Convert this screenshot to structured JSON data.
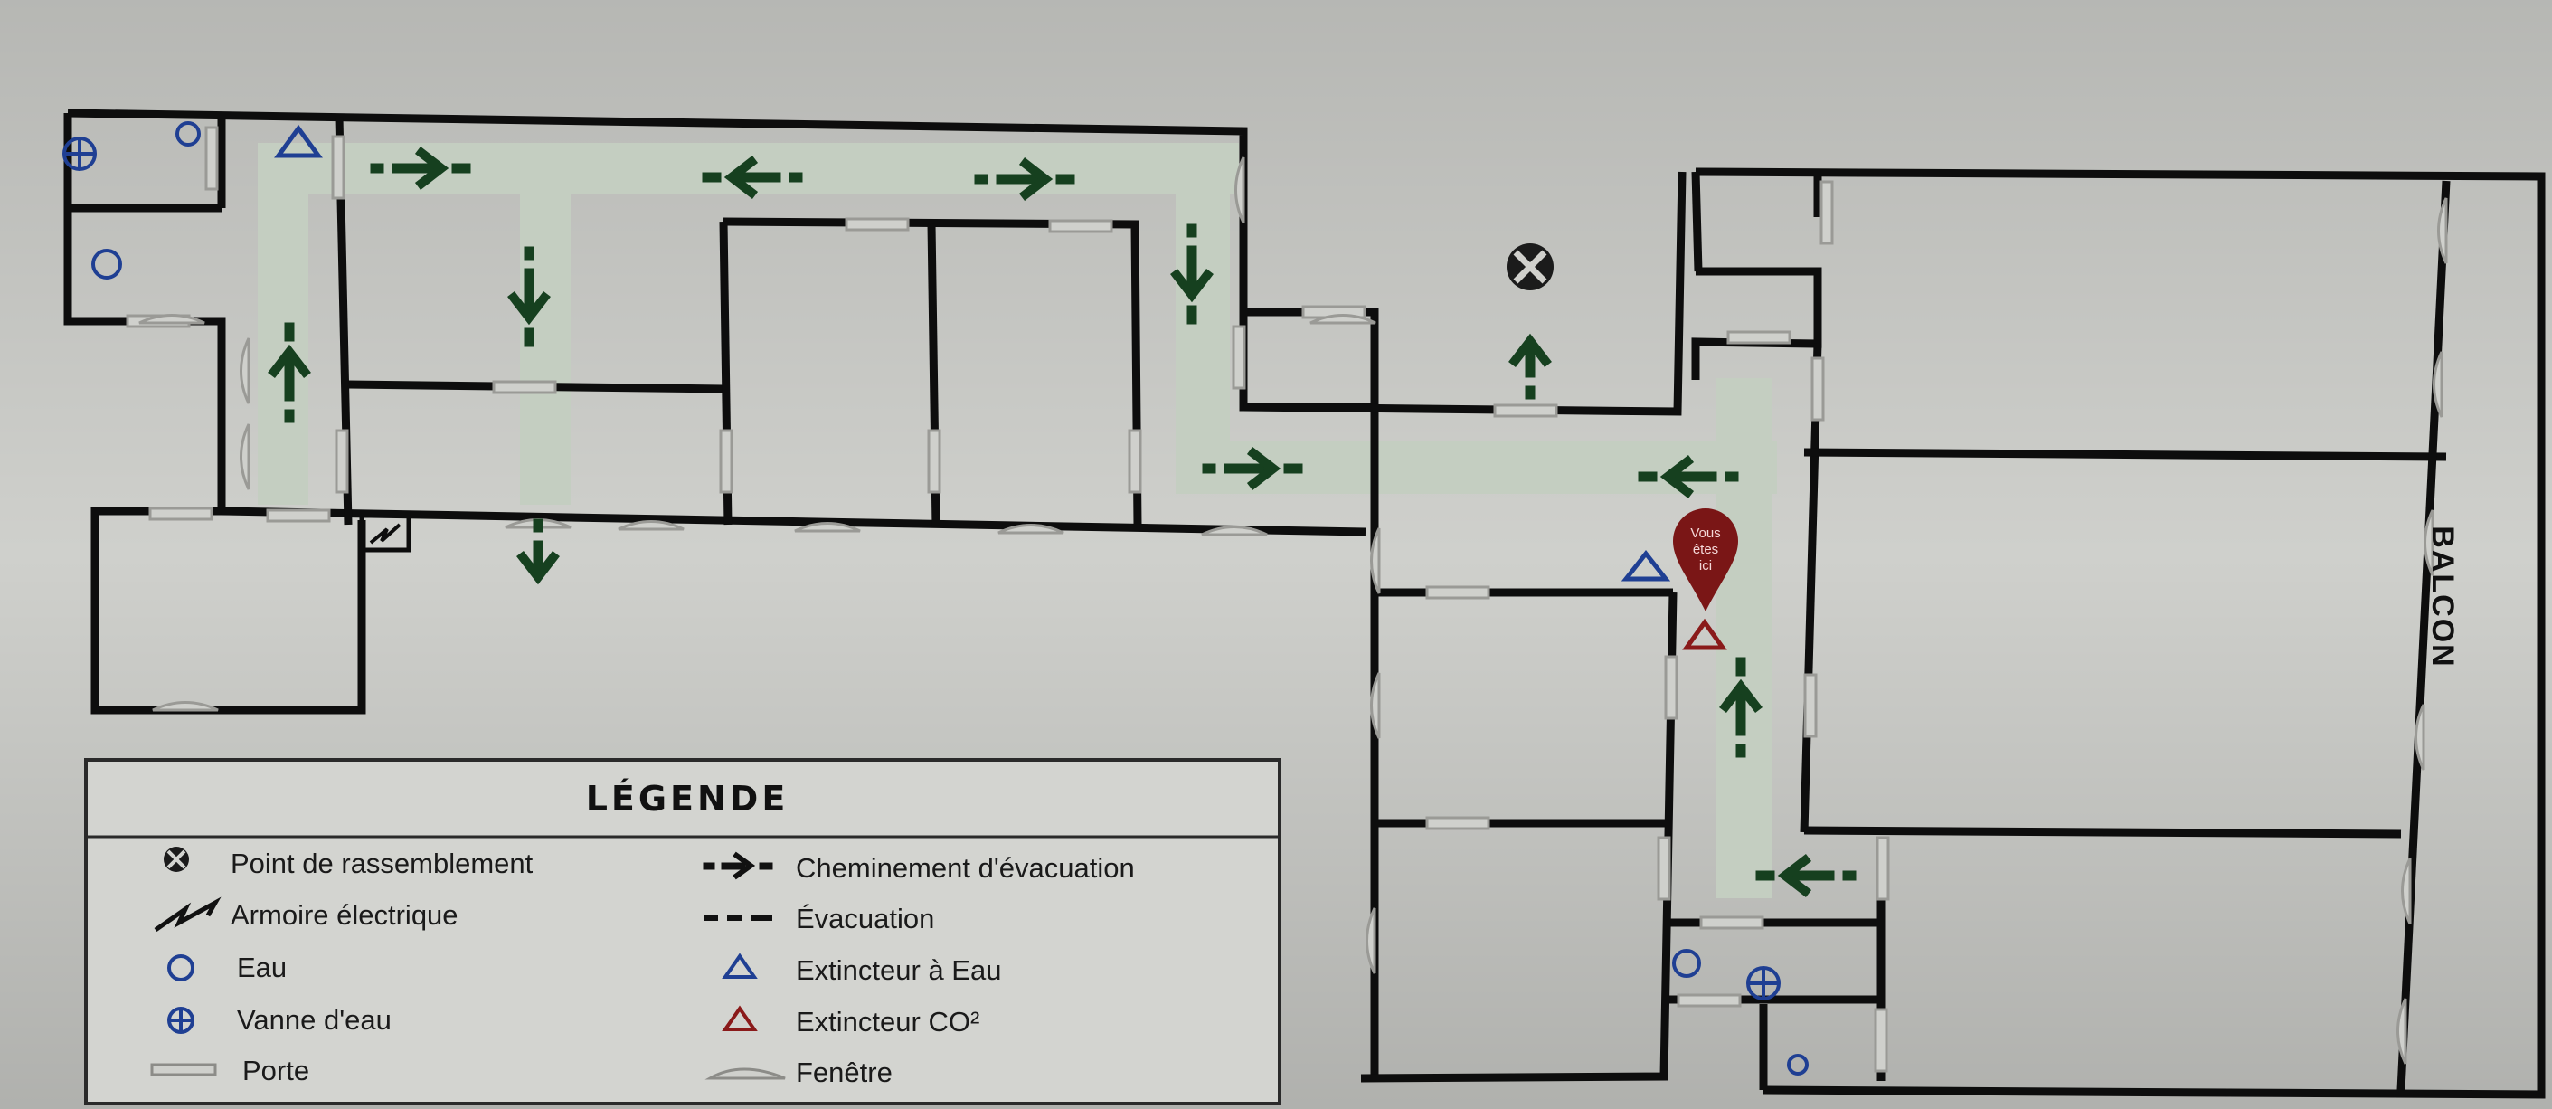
{
  "plan": {
    "balcony_label": "BALCON",
    "you_are_here": {
      "line1": "Vous",
      "line2": "êtes",
      "line3": "ici"
    }
  },
  "legend": {
    "title": "LÉGENDE",
    "items": [
      {
        "icon": "assembly-point-icon",
        "label": "Point de rassemblement"
      },
      {
        "icon": "electrical-cabinet-icon",
        "label": "Armoire électrique"
      },
      {
        "icon": "water-icon",
        "label": "Eau"
      },
      {
        "icon": "water-valve-icon",
        "label": "Vanne d'eau"
      },
      {
        "icon": "door-icon",
        "label": "Porte"
      },
      {
        "icon": "evacuation-route-icon",
        "label": "Cheminement d'évacuation"
      },
      {
        "icon": "evacuation-icon",
        "label": "Évacuation"
      },
      {
        "icon": "water-extinguisher-icon",
        "label": "Extincteur à Eau"
      },
      {
        "icon": "co2-extinguisher-icon",
        "label": "Extincteur  CO²"
      },
      {
        "icon": "window-icon",
        "label": "Fenêtre"
      }
    ]
  },
  "colors": {
    "background": "#3b3b38",
    "panel": "#d9dad6",
    "wall": "#0d0d0d",
    "route": "#c4cec1",
    "arrow": "#16401f",
    "water_extinguisher": "#1f3f93",
    "co2_extinguisher": "#8a1a1a",
    "marker": "#7a1616"
  }
}
